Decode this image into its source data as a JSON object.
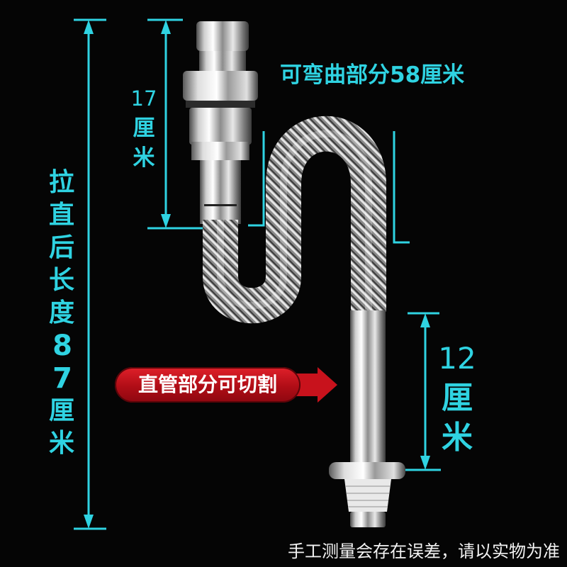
{
  "annotations": {
    "total_length": {
      "text": "拉直后长度",
      "number": "87",
      "unit": "厘米"
    },
    "top_straight": {
      "number": "17",
      "unit": "厘米"
    },
    "flexible_part": {
      "text": "可弯曲部分58厘米"
    },
    "bottom_straight": {
      "number": "12",
      "unit": "厘米"
    }
  },
  "badge": {
    "text": "直管部分可切割"
  },
  "footer_note": "手工测量会存在误差，请以实物为准",
  "colors": {
    "background": "#050505",
    "dimension_line": "#2fd3e2",
    "badge_red": "#c8121c",
    "note_text": "#f2f2f2"
  }
}
